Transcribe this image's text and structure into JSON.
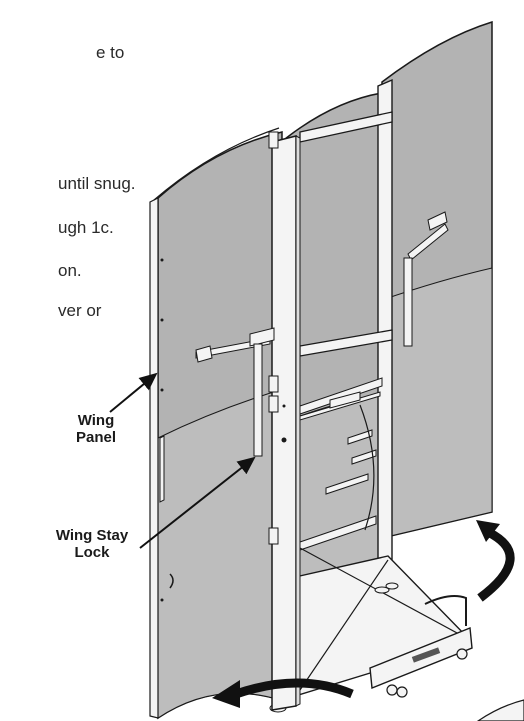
{
  "instruction_fragments": [
    {
      "id": "line1",
      "text": "e to"
    },
    {
      "id": "line2",
      "text": "until snug."
    },
    {
      "id": "line3",
      "text": "ugh 1c."
    },
    {
      "id": "line4",
      "text": "on."
    },
    {
      "id": "line5",
      "text": "ver or"
    }
  ],
  "callouts": {
    "wing_panel": {
      "line1": "Wing",
      "line2": "Panel"
    },
    "wing_stay_lock": {
      "line1": "Wing Stay",
      "line2": "Lock"
    }
  },
  "colors": {
    "panel_fill": "#b3b3b3",
    "panel_lower_fill": "#bdbdbd",
    "frame_fill": "#f4f4f4",
    "line": "#1a1a1a",
    "arrow": "#111111"
  }
}
